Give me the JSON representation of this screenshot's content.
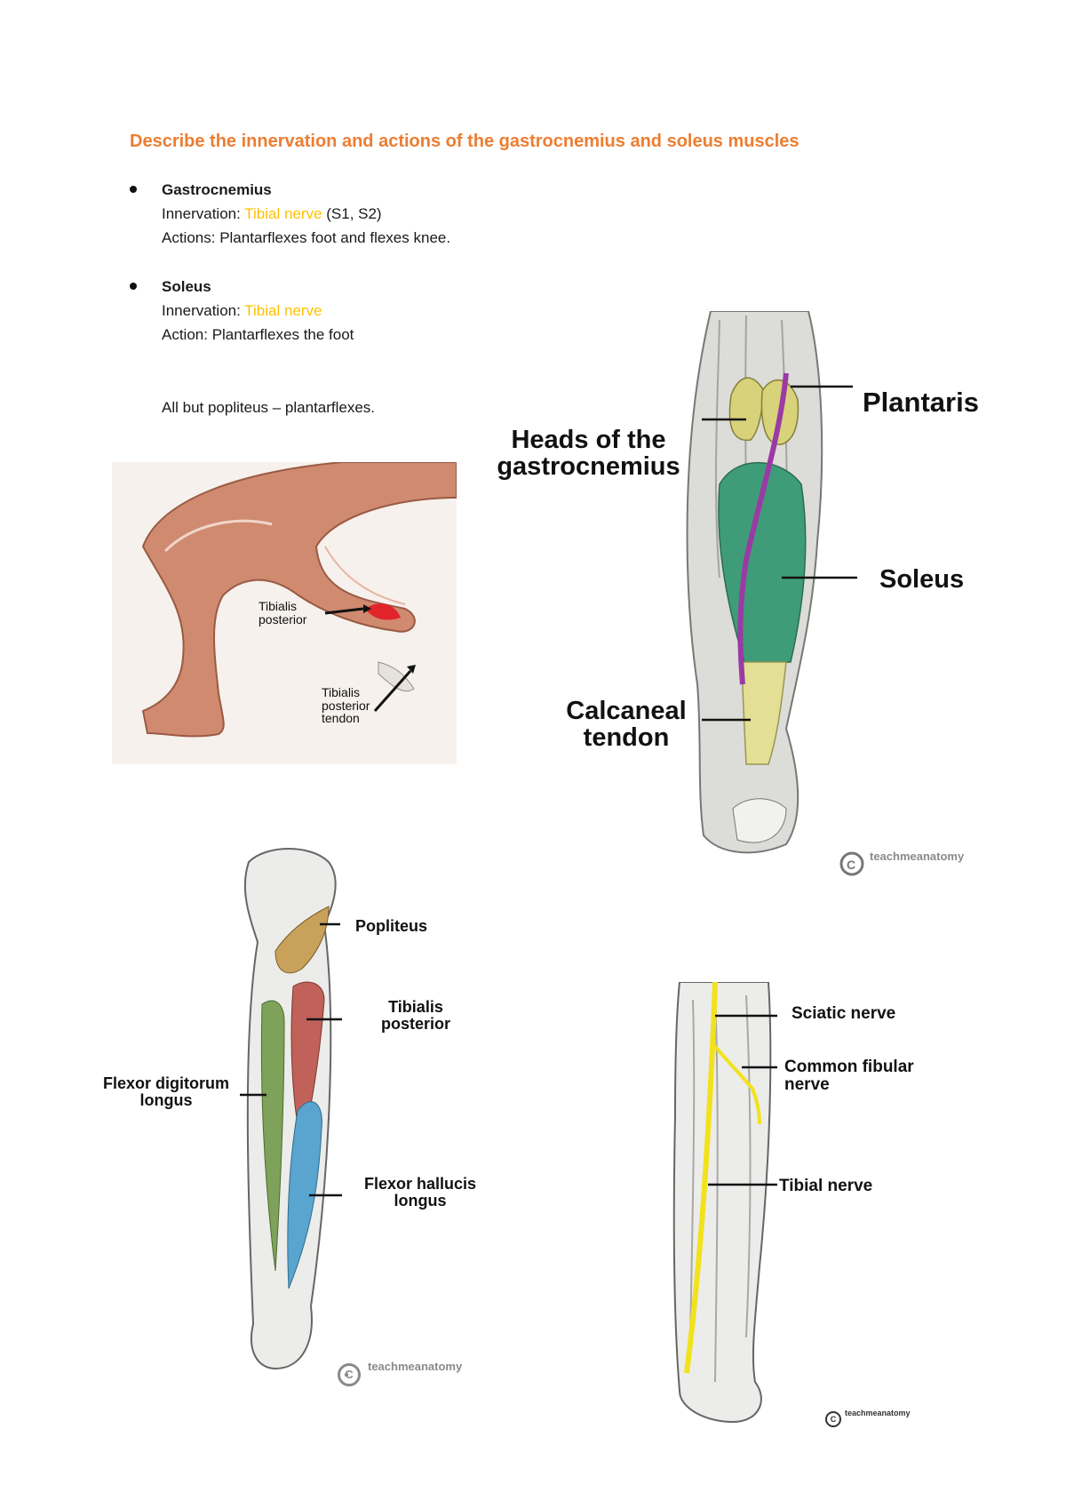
{
  "title": "Describe the innervation and actions of the gastrocnemius and soleus muscles",
  "gastrocnemius": {
    "name": "Gastrocnemius",
    "innervation_label": "Innervation: ",
    "nerve": "Tibial nerve",
    "roots": " (S1, S2)",
    "actions": "Actions: Plantarflexes foot and flexes knee."
  },
  "soleus": {
    "name": "Soleus",
    "innervation_label": "Innervation: ",
    "nerve": "Tibial nerve",
    "action": "Action: Plantarflexes the foot"
  },
  "note": "All but popliteus – plantarflexes.",
  "figure1": {
    "label_tp": [
      "Tibialis",
      "posterior"
    ],
    "label_tpt": [
      "Tibialis",
      "posterior",
      "tendon"
    ]
  },
  "figure2": {
    "plantaris": "Plantaris",
    "heads": [
      "Heads of the",
      "gastrocnemius"
    ],
    "soleus": "Soleus",
    "calcaneal": [
      "Calcaneal",
      "tendon"
    ],
    "credit": "teachmeanatomy"
  },
  "figure3": {
    "popliteus": "Popliteus",
    "tibialis_posterior": [
      "Tibialis",
      "posterior"
    ],
    "fdl": [
      "Flexor digitorum",
      "longus"
    ],
    "fhl": [
      "Flexor hallucis",
      "longus"
    ],
    "credit": "teachmeanatomy"
  },
  "figure4": {
    "sciatic": "Sciatic nerve",
    "common_fibular": [
      "Common fibular",
      "nerve"
    ],
    "tibial": "Tibial nerve",
    "credit": "teachmeanatomy"
  },
  "colors": {
    "title": "#ed7d31",
    "nerve": "#ffc000",
    "gastrocnemius_heads": "#d8d27a",
    "soleus": "#3f9c78",
    "plantaris": "#9b3aa5",
    "calcaneal_tendon": "#e3df94",
    "popliteus": "#c8a15a",
    "tibialis_posterior": "#c0625a",
    "fdl": "#7ea259",
    "fhl": "#5aa5cf",
    "nerve_drawing": "#f2e21c"
  }
}
